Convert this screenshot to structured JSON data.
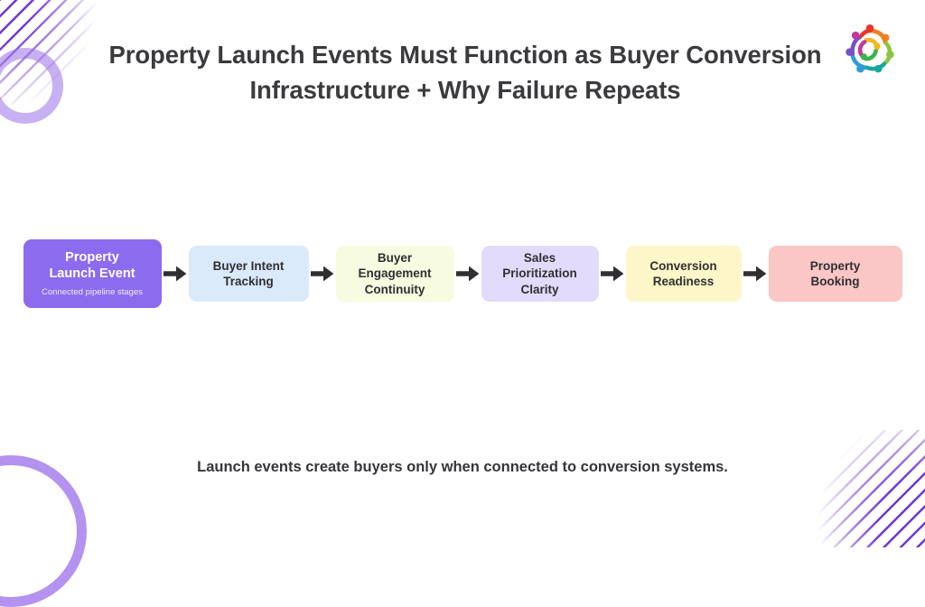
{
  "slide": {
    "title": "Property Launch Events Must Function as Buyer Conversion Infrastructure + Why Failure Repeats",
    "caption": "Launch events create buyers only when connected to conversion systems.",
    "background_color": "#ffffff",
    "title_color": "#3b3b3f",
    "accent_color": "#8d6bee"
  },
  "logo": {
    "name": "connected-people-circle-logo",
    "colors": [
      "#e8342a",
      "#f07d1d",
      "#f5b81c",
      "#8cc63f",
      "#39b54a",
      "#00a99d",
      "#2e9bd6",
      "#7a4fc4",
      "#c0399f"
    ]
  },
  "flow": {
    "arrow_color": "#2f2f33",
    "arrow_label": "arrow-right",
    "nodes": [
      {
        "id": "property-launch-event",
        "title": "Property\nLaunch Event",
        "subtitle": "Connected pipeline stages",
        "bg": "#8d6bee",
        "text_color": "#ffffff",
        "primary": true,
        "width": 153,
        "height": 76
      },
      {
        "id": "buyer-intent-tracking",
        "title": "Buyer Intent\nTracking",
        "subtitle": "",
        "bg": "#dbeafb",
        "text_color": "#2f2f33",
        "primary": false,
        "width": 133,
        "height": 62
      },
      {
        "id": "buyer-engagement-continuity",
        "title": "Buyer\nEngagement\nContinuity",
        "subtitle": "",
        "bg": "#f7fbdf",
        "text_color": "#2f2f33",
        "primary": false,
        "width": 131,
        "height": 62
      },
      {
        "id": "sales-prioritization-clarity",
        "title": "Sales\nPrioritization\nClarity",
        "subtitle": "",
        "bg": "#e3dbfb",
        "text_color": "#2f2f33",
        "primary": false,
        "width": 130,
        "height": 62
      },
      {
        "id": "conversion-readiness",
        "title": "Conversion\nReadiness",
        "subtitle": "",
        "bg": "#fdf6c8",
        "text_color": "#2f2f33",
        "primary": false,
        "width": 128,
        "height": 62
      },
      {
        "id": "property-booking",
        "title": "Property\nBooking",
        "subtitle": "",
        "bg": "#fbc6c6",
        "text_color": "#2f2f33",
        "primary": false,
        "width": 148,
        "height": 62
      }
    ]
  }
}
